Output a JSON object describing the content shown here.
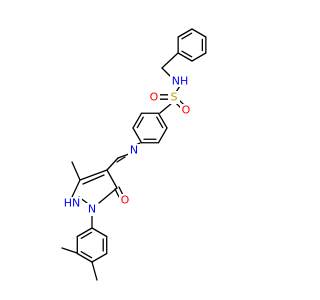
{
  "structure": {
    "colors": {
      "carbon_bond": "#000000",
      "nitrogen": "#0000ff",
      "oxygen": "#ff0000",
      "sulfur": "#b8a300"
    },
    "labels": {
      "nh_sulfonamide": "NH",
      "sulfur": "S",
      "oxygen_left": "O",
      "oxygen_right": "O",
      "n_imine": "N",
      "hn_pyrazole": "HN",
      "n_pyrazole": "N",
      "oxygen_carbonyl": "O"
    }
  }
}
